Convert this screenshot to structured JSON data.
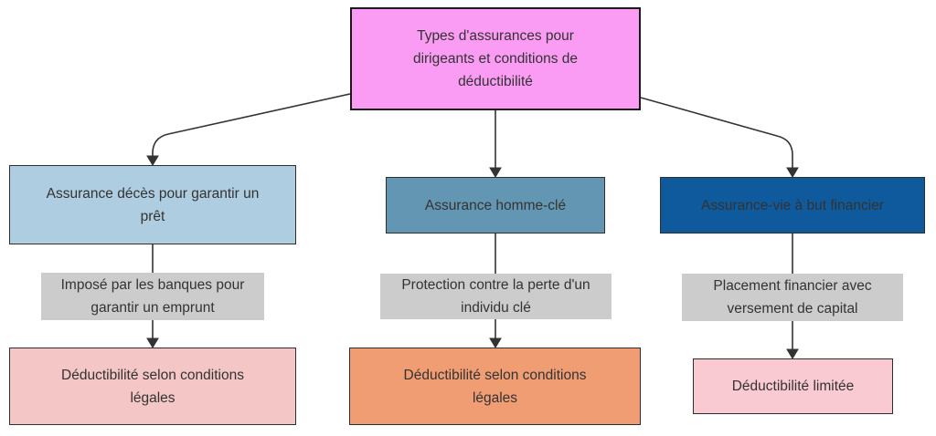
{
  "diagram": {
    "root": {
      "label": "Types d'assurances pour dirigeants et conditions de déductibilité"
    },
    "branches": [
      {
        "type_label": "Assurance décès pour garantir un prêt",
        "condition_label": "Imposé par les banques pour garantir un emprunt",
        "deductibility_label": "Déductibilité selon conditions légales"
      },
      {
        "type_label": "Assurance homme-clé",
        "condition_label": "Protection contre la perte d'un individu clé",
        "deductibility_label": "Déductibilité selon conditions légales"
      },
      {
        "type_label": "Assurance-vie à but financier",
        "condition_label": "Placement financier avec versement de capital",
        "deductibility_label": "Déductibilité limitée"
      }
    ],
    "colors": {
      "root_fill": "#FB9CF4",
      "type_fills": [
        "#AECDE0",
        "#6396B2",
        "#0E5A9C"
      ],
      "condition_fill": "#CCCCCC",
      "deductibility_fills": [
        "#F4C6C6",
        "#F09D74",
        "#FACAD2"
      ],
      "border": "#333333",
      "arrow": "#333333",
      "text": "#333333"
    }
  }
}
